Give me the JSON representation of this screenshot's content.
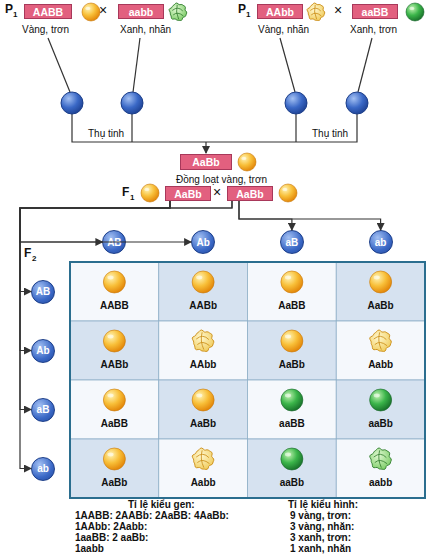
{
  "diagram": {
    "nodes": [
      {
        "text": [
          "AABB"
        ]
      },
      {
        "text": [
          "aabb"
        ]
      },
      {
        "text": [
          "AAbb"
        ]
      },
      {
        "text": [
          "aaBB"
        ]
      },
      {
        "text": [
          "AaBb"
        ]
      },
      {
        "text": [
          "AaBb"
        ]
      },
      {
        "text": [
          "AaBb"
        ]
      },
      {
        "text": [
          "AB"
        ]
      },
      {
        "text": [
          "Ab"
        ]
      },
      {
        "text": [
          "aB"
        ]
      },
      {
        "text": [
          "ab"
        ]
      },
      {
        "text": [
          "AB"
        ]
      },
      {
        "text": [
          "Ab"
        ]
      },
      {
        "text": [
          "aB"
        ]
      },
      {
        "text": [
          "ab"
        ]
      }
    ],
    "edges": [
      {
        "from": 6,
        "to": 7,
        "arrow": "to"
      },
      {
        "from": 6,
        "to": 8,
        "arrow": "to"
      },
      {
        "from": 6,
        "to": 9,
        "arrow": "to"
      },
      {
        "from": 6,
        "to": 10,
        "arrow": "to"
      },
      {
        "from": 5,
        "to": 11,
        "arrow": "to"
      },
      {
        "from": 5,
        "to": 12,
        "arrow": "to"
      },
      {
        "from": 5,
        "to": 13,
        "arrow": "to"
      },
      {
        "from": 5,
        "to": 14,
        "arrow": "to"
      }
    ],
    "labels": [
      "P",
      "1",
      "×",
      "Vàng, trơn",
      "Xanh, nhăn",
      "P",
      "1",
      "×",
      "Vàng, nhăn",
      "Xanh, trơn",
      "Thụ tinh",
      "Thụ tinh",
      "Đồng loạt vàng, trơn",
      "F",
      "1",
      "×",
      "F",
      "2",
      "AABB",
      "AABb",
      "AaBB",
      "AaBb",
      "AABb",
      "AAbb",
      "AaBb",
      "Aabb",
      "AaBB",
      "AaBb",
      "aaBB",
      "aaBb",
      "AaBb",
      "Aabb",
      "aaBb",
      "aabb",
      "Tỉ lệ kiểu gen:",
      "1AABB: 2AABb: 2AaBB: 4AaBb:",
      "1AAbb: 2Aabb:",
      "1aaBB: 2 aaBb:",
      "1aabb",
      "Tỉ lệ kiểu hình:",
      "9 vàng, trơn:",
      "3 vàng, nhăn:",
      "3 xanh, trơn:",
      "1 xanh, nhăn"
    ]
  }
}
